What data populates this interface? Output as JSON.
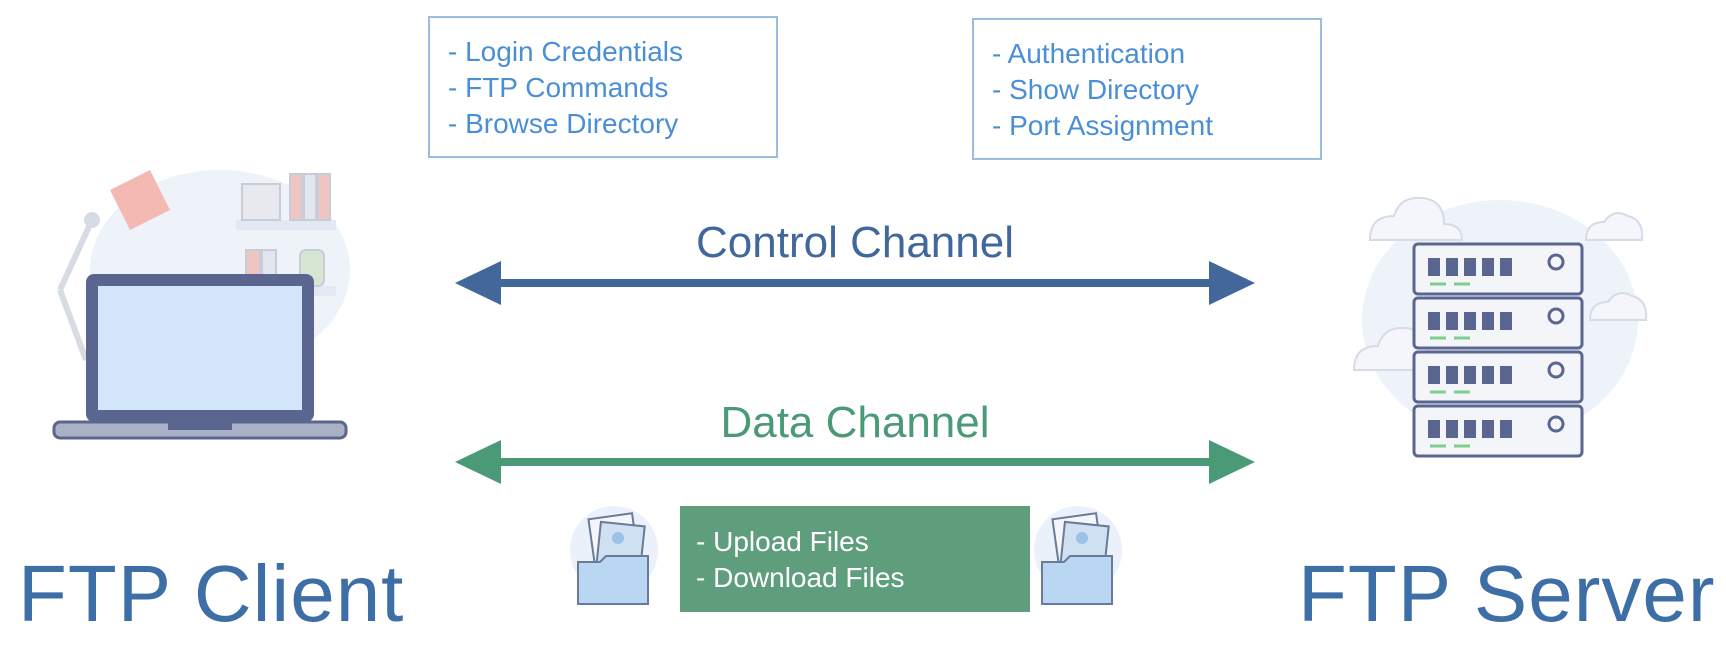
{
  "client_box": {
    "items": [
      "- Login Credentials",
      "- FTP Commands",
      "- Browse Directory"
    ]
  },
  "server_box": {
    "items": [
      "- Authentication",
      "- Show Directory",
      "- Port Assignment"
    ]
  },
  "control_channel": {
    "label": "Control Channel",
    "color": "#41679b"
  },
  "data_channel": {
    "label": "Data Channel",
    "color": "#4a9a78"
  },
  "data_box": {
    "items": [
      "- Upload Files",
      "- Download Files"
    ],
    "color": "#5e9e7d"
  },
  "client": {
    "title": "FTP Client",
    "icon": "laptop-icon"
  },
  "server": {
    "title": "FTP Server",
    "icon": "server-rack-icon"
  },
  "folder_icon": "folder-images-icon",
  "colors": {
    "title": "#3e6ea6",
    "box_border": "#9cbde3",
    "box_text": "#4a8fd6"
  }
}
